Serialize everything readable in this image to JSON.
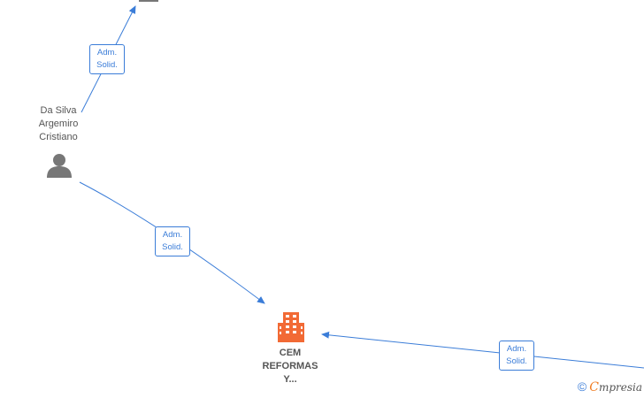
{
  "nodes": {
    "person": {
      "name_lines": [
        "Da Silva",
        "Argemiro",
        "Cristiano"
      ]
    },
    "company": {
      "name_lines": [
        "CEM",
        "REFORMAS",
        "Y..."
      ]
    }
  },
  "edges": [
    {
      "from": "person",
      "to": "top-node",
      "label_lines": [
        "Adm.",
        "Solid."
      ]
    },
    {
      "from": "person",
      "to": "company",
      "label_lines": [
        "Adm.",
        "Solid."
      ]
    },
    {
      "from": "right-node",
      "to": "company",
      "label_lines": [
        "Adm.",
        "Solid."
      ]
    }
  ],
  "watermark": {
    "copyright_symbol": "©",
    "brand_initial": "C",
    "brand_rest": "mpresia"
  },
  "colors": {
    "edge": "#3b7dd8",
    "person_icon": "#777777",
    "company_icon": "#f26a35",
    "brand_accent": "#f07c22"
  },
  "icons": {
    "person": "person-icon",
    "company": "building-icon"
  }
}
